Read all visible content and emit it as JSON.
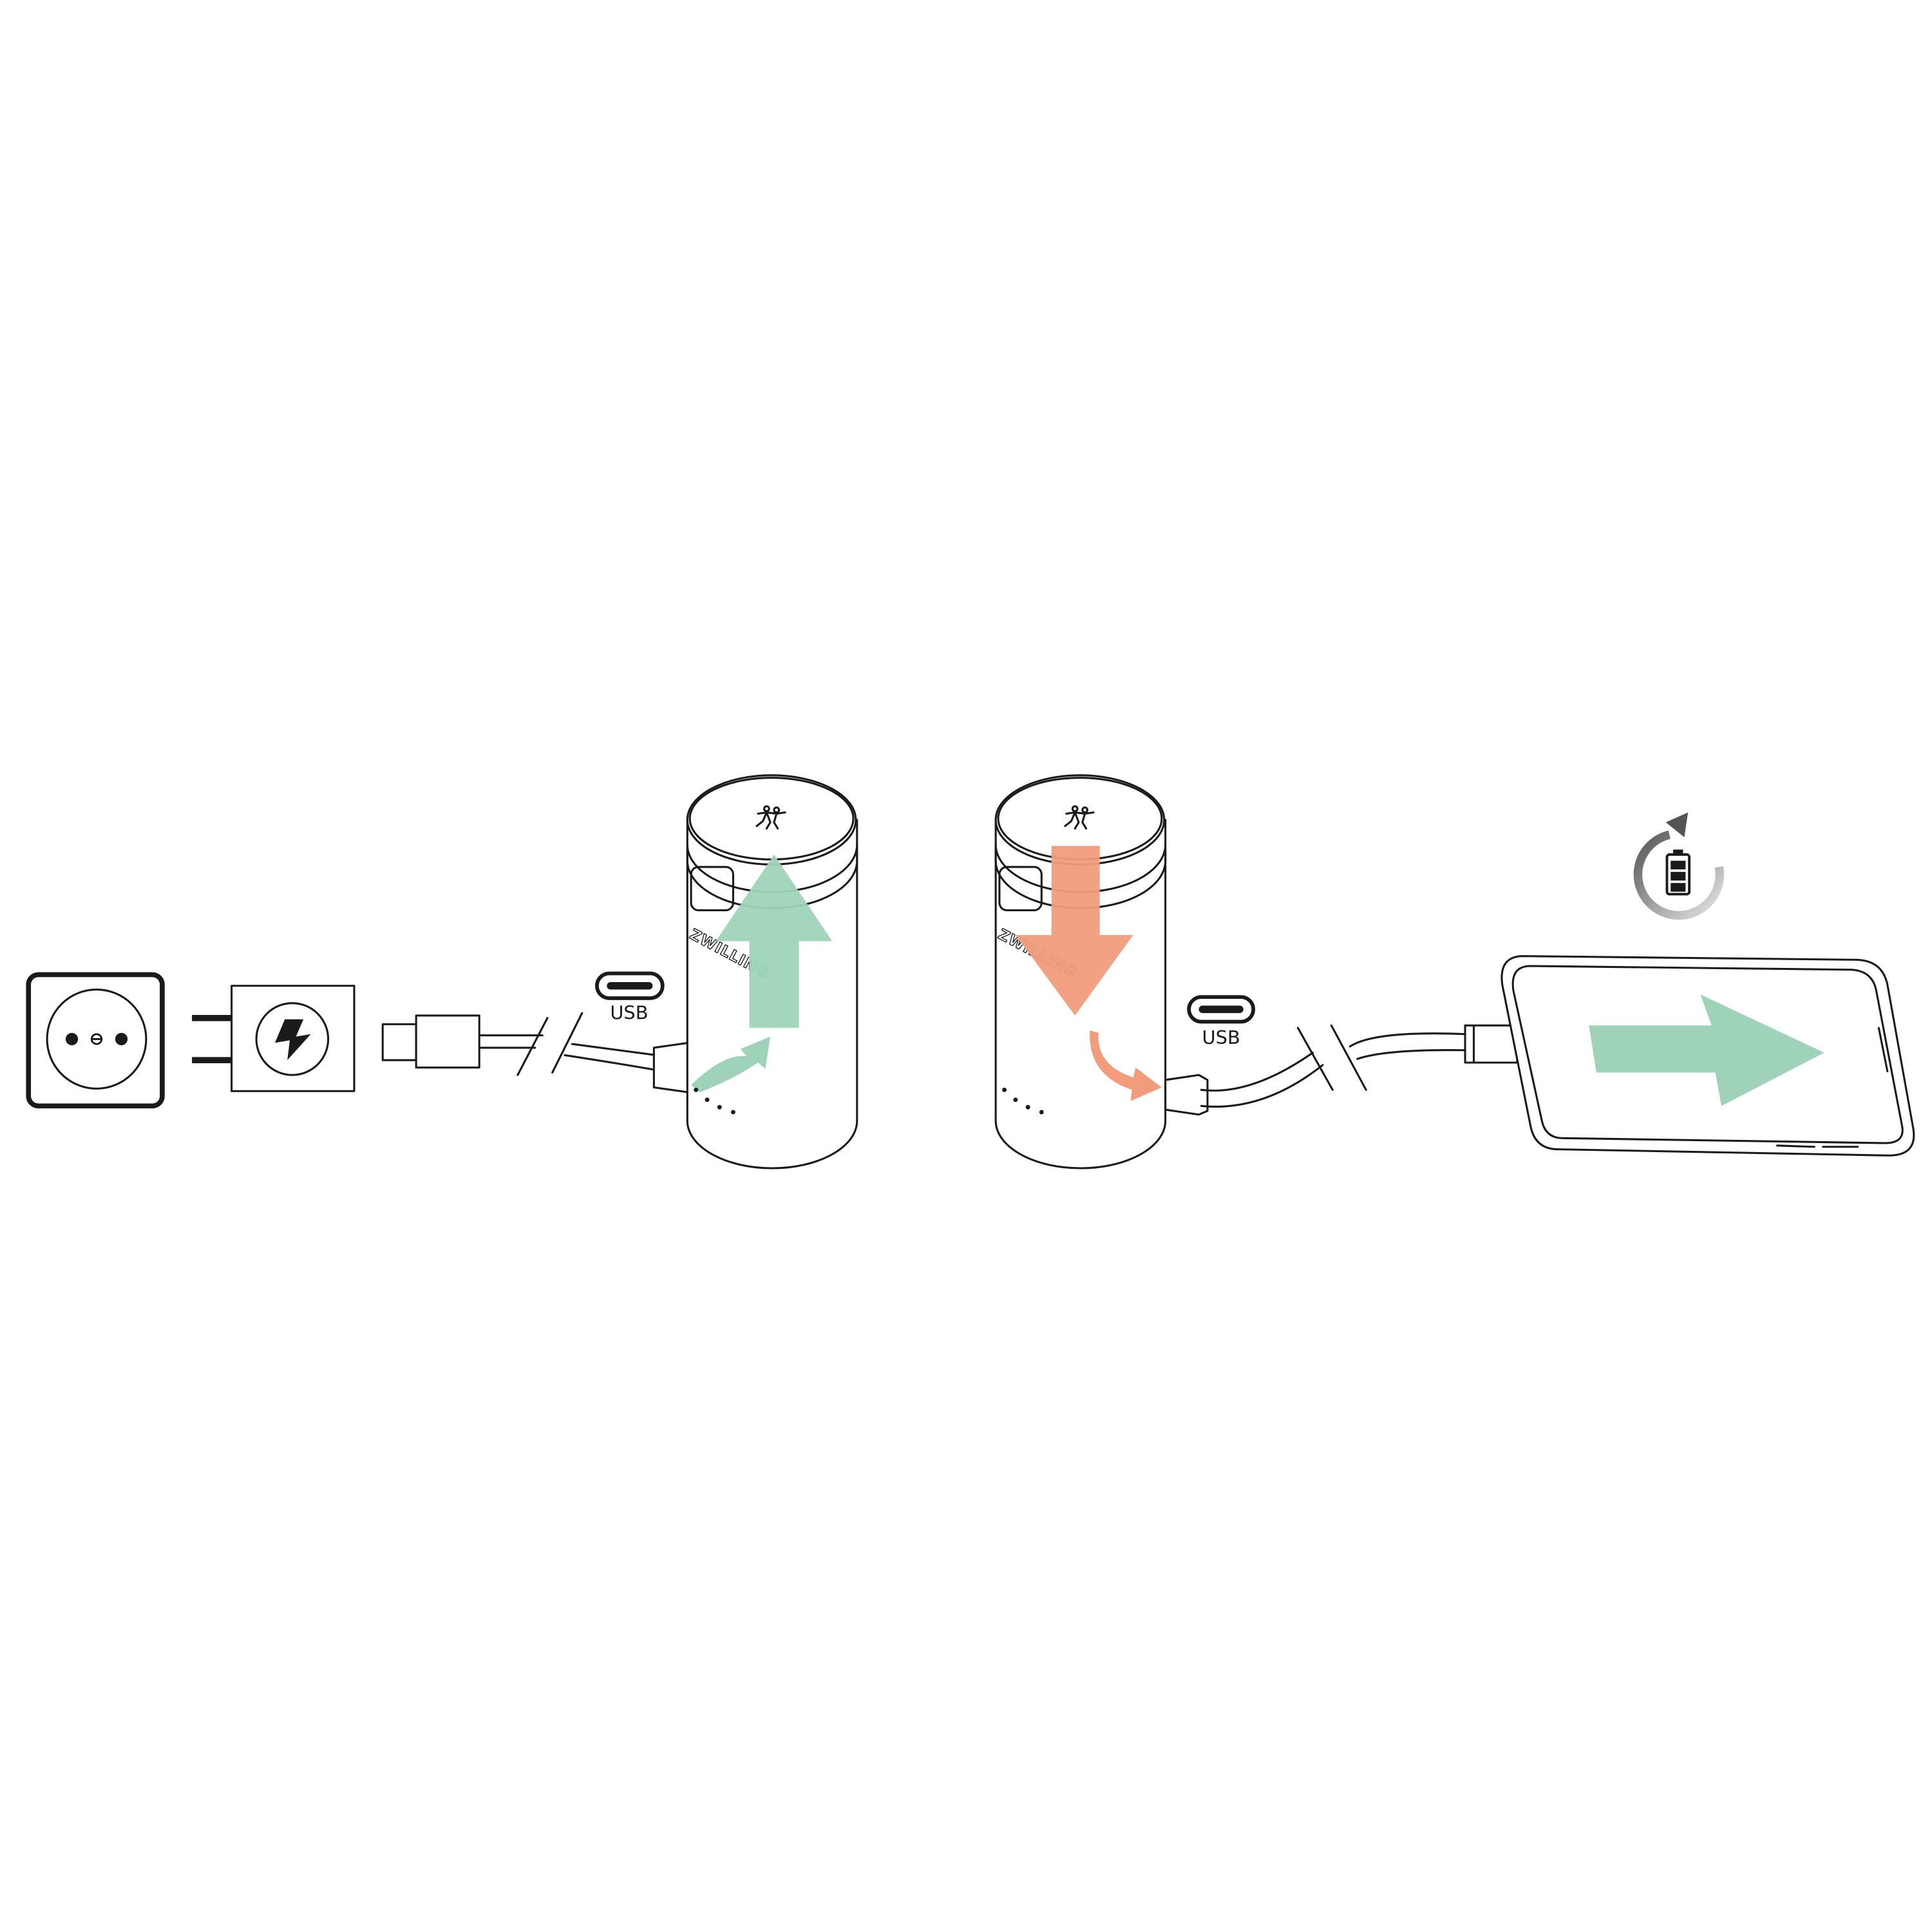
{
  "labels": {
    "usb_left": "USB",
    "usb_right": "USB",
    "brand_left": "ZWILLING",
    "brand_right": "ZWILLING"
  },
  "colors": {
    "charge_in": "#9fd3b9",
    "charge_out": "#f29c7c",
    "outline": "#1a1a1a"
  },
  "icons": [
    "wall-socket-icon",
    "power-adapter-icon",
    "lightning-icon",
    "usb-c-port-icon",
    "charging-cycle-icon",
    "battery-icon",
    "smartphone-icon"
  ]
}
